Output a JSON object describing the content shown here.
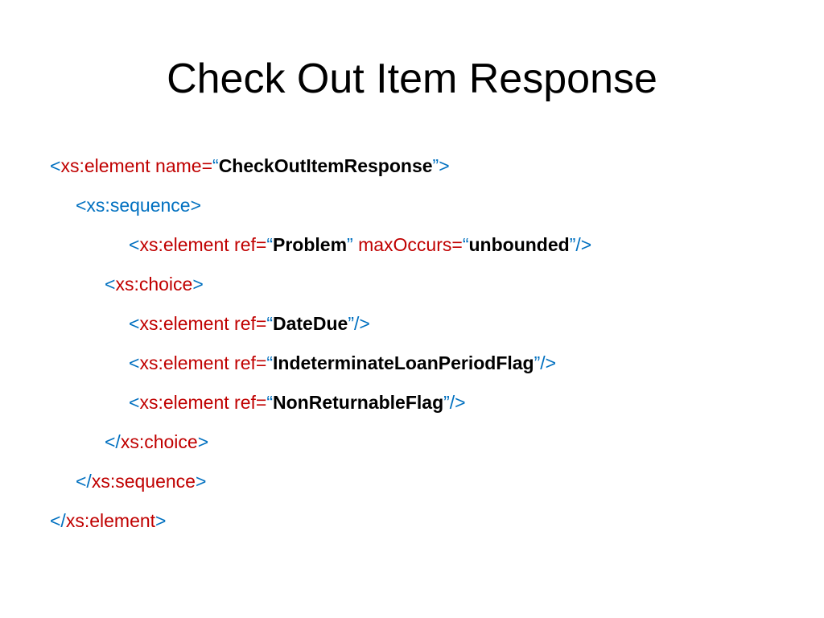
{
  "slide": {
    "title": "Check Out Item Response"
  },
  "colors": {
    "bracket": "#0070C0",
    "tag": "#C00000",
    "value": "#000000"
  },
  "lines": [
    [
      {
        "t": "<",
        "c": "bracket"
      },
      {
        "t": "xs:element name=",
        "c": "tag"
      },
      {
        "t": "“",
        "c": "bracket"
      },
      {
        "t": "CheckOutItemResponse",
        "c": "value",
        "b": true
      },
      {
        "t": "”>",
        "c": "bracket"
      }
    ],
    [
      {
        "t": "<xs:sequence>",
        "c": "bracket"
      }
    ],
    [
      {
        "t": "<",
        "c": "bracket"
      },
      {
        "t": "xs:element ref=",
        "c": "tag"
      },
      {
        "t": "“",
        "c": "bracket"
      },
      {
        "t": "Problem",
        "c": "value",
        "b": true
      },
      {
        "t": "” ",
        "c": "bracket"
      },
      {
        "t": "maxOccurs=",
        "c": "tag"
      },
      {
        "t": "“",
        "c": "bracket"
      },
      {
        "t": "unbounded",
        "c": "value",
        "b": true
      },
      {
        "t": "”/>",
        "c": "bracket"
      }
    ],
    [
      {
        "t": "<",
        "c": "bracket"
      },
      {
        "t": "xs:choice",
        "c": "tag"
      },
      {
        "t": ">",
        "c": "bracket"
      }
    ],
    [
      {
        "t": "<",
        "c": "bracket"
      },
      {
        "t": "xs:element ref=",
        "c": "tag"
      },
      {
        "t": "“",
        "c": "bracket"
      },
      {
        "t": "DateDue",
        "c": "value",
        "b": true
      },
      {
        "t": "”/>",
        "c": "bracket"
      }
    ],
    [
      {
        "t": "<",
        "c": "bracket"
      },
      {
        "t": "xs:element ref=",
        "c": "tag"
      },
      {
        "t": "“",
        "c": "bracket"
      },
      {
        "t": "IndeterminateLoanPeriodFlag",
        "c": "value",
        "b": true
      },
      {
        "t": "”/>",
        "c": "bracket"
      }
    ],
    [
      {
        "t": "<",
        "c": "bracket"
      },
      {
        "t": "xs:element ref=",
        "c": "tag"
      },
      {
        "t": "“",
        "c": "bracket"
      },
      {
        "t": "NonReturnableFlag",
        "c": "value",
        "b": true
      },
      {
        "t": "”/>",
        "c": "bracket"
      }
    ],
    [
      {
        "t": "</",
        "c": "bracket"
      },
      {
        "t": "xs:choice",
        "c": "tag"
      },
      {
        "t": ">",
        "c": "bracket"
      }
    ],
    [
      {
        "t": "</",
        "c": "bracket"
      },
      {
        "t": "xs:sequence",
        "c": "tag"
      },
      {
        "t": ">",
        "c": "bracket"
      }
    ],
    [
      {
        "t": "</",
        "c": "bracket"
      },
      {
        "t": "xs:element",
        "c": "tag"
      },
      {
        "t": ">",
        "c": "bracket"
      }
    ]
  ]
}
